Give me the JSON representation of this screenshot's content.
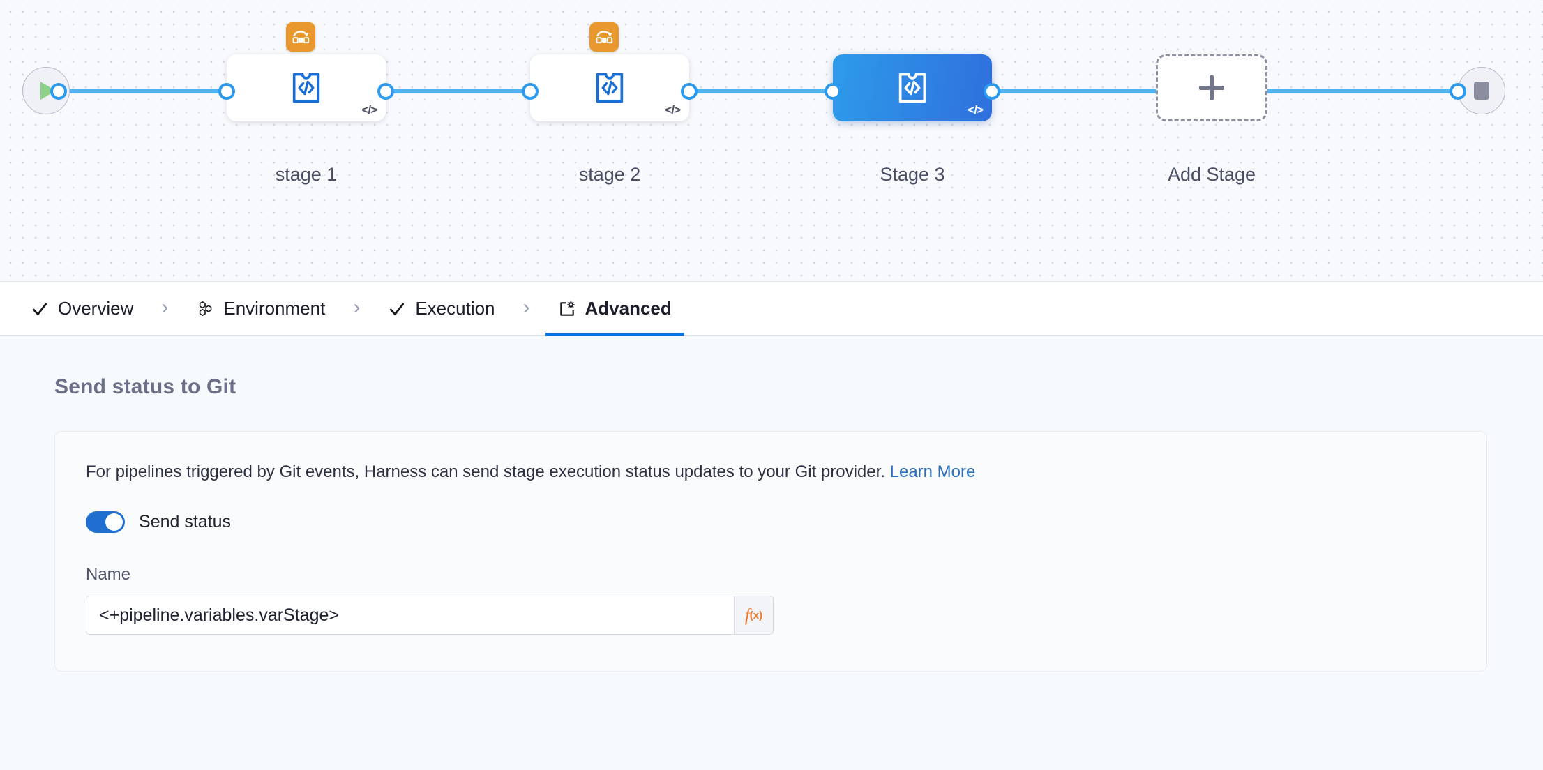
{
  "canvas": {
    "start_node": {
      "name": "pipeline-start",
      "icon": "play-icon"
    },
    "end_node": {
      "name": "pipeline-end",
      "icon": "stop-icon"
    },
    "stages": [
      {
        "label": "stage 1",
        "selected": false,
        "has_matrix_strategy": true,
        "type_icon": "deployment-stage-icon",
        "code_marker": "</>"
      },
      {
        "label": "stage 2",
        "selected": false,
        "has_matrix_strategy": true,
        "type_icon": "deployment-stage-icon",
        "code_marker": "</>"
      },
      {
        "label": "Stage 3",
        "selected": true,
        "has_matrix_strategy": false,
        "type_icon": "deployment-stage-icon",
        "code_marker": "</>"
      }
    ],
    "add_stage": {
      "label": "Add Stage",
      "icon": "plus-icon"
    }
  },
  "tabs": [
    {
      "label": "Overview",
      "icon": "check-icon",
      "active": false,
      "separator": "›"
    },
    {
      "label": "Environment",
      "icon": "hexagons-icon",
      "active": false,
      "separator": "›"
    },
    {
      "label": "Execution",
      "icon": "check-icon",
      "active": false,
      "separator": "›"
    },
    {
      "label": "Advanced",
      "icon": "settings-box-icon",
      "active": true,
      "separator": ""
    }
  ],
  "main": {
    "section_title": "Send status to Git",
    "description_text": "For pipelines triggered by Git events, Harness can send stage execution status updates to your Git provider. ",
    "learn_more_label": "Learn More",
    "toggle": {
      "label": "Send status",
      "on": true
    },
    "name_field": {
      "label": "Name",
      "value": "<+pipeline.variables.varStage>",
      "placeholder": "Name",
      "expression_button_label": "f",
      "expression_button_sub": "(x)"
    }
  },
  "colors": {
    "accent_blue": "#0a74e0",
    "selected_stage_gradient_from": "#2e9bea",
    "selected_stage_gradient_to": "#2f6fdd",
    "connector_blue": "#4fb3f0",
    "matrix_badge_orange": "#e8982e",
    "expression_orange": "#f0752b",
    "link_blue": "#2a6fba",
    "toggle_on": "#1f6fd0",
    "start_play_green": "#8ed08a",
    "canvas_bg": "#f7f9fc",
    "content_bg": "#f6fafd"
  }
}
